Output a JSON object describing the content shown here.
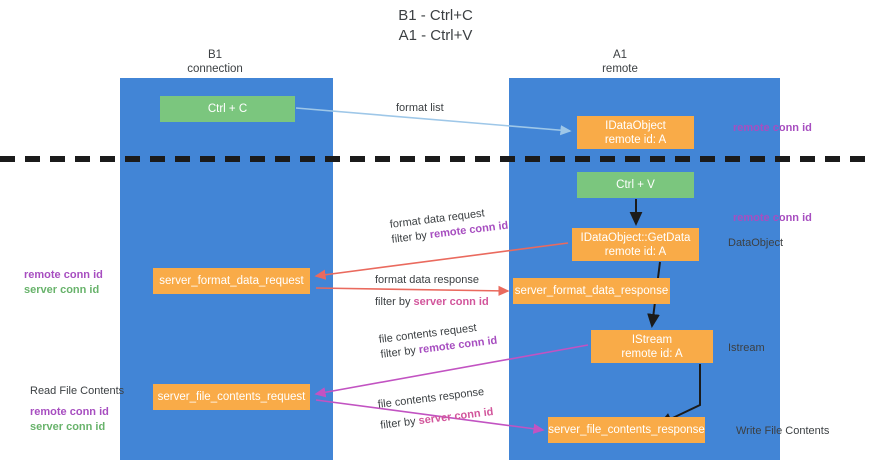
{
  "title": "B1 - Ctrl+C\nA1 - Ctrl+V",
  "lanes": [
    {
      "name": "b1",
      "header": "B1\nconnection",
      "color": "#4285d6"
    },
    {
      "name": "a1",
      "header": "A1\nremote",
      "color": "#4285d6"
    }
  ],
  "nodes": {
    "ctrl_c": "Ctrl + C",
    "idataobject": "IDataObject\nremote id: A",
    "ctrl_v": "Ctrl + V",
    "getdata": "IDataObject::GetData\nremote id: A",
    "server_format_data_request": "server_format_data_request",
    "server_format_data_response": "server_format_data_response",
    "istream": "IStream\nremote id: A",
    "server_file_contents_request": "server_file_contents_request",
    "server_file_contents_response": "server_file_contents_response"
  },
  "edges": {
    "format_list": "format list",
    "format_data_request": "format data request",
    "format_data_request_filter_prefix": "filter by ",
    "format_data_request_filter_key": "remote conn id",
    "format_data_response": "format data response",
    "format_data_response_filter_prefix": "filter by ",
    "format_data_response_filter_key": "server conn id",
    "file_contents_request": "file contents request",
    "file_contents_request_filter_prefix": "filter by ",
    "file_contents_request_filter_key": "remote conn id",
    "file_contents_response": "file contents response",
    "file_contents_response_filter_prefix": "filter by ",
    "file_contents_response_filter_key": "server conn id"
  },
  "annotations": {
    "remote_conn_id_top": "remote conn id",
    "remote_conn_id_mid": "remote conn id",
    "dataobject": "DataObject",
    "istream": "Istream",
    "write_file_contents": "Write File Contents",
    "read_file_contents": "Read File Contents",
    "left_remote_conn_id_1": "remote conn id",
    "left_server_conn_id_1": "server conn id",
    "left_remote_conn_id_2": "remote conn id",
    "left_server_conn_id_2": "server conn id"
  },
  "colors": {
    "lane": "#4285d6",
    "green_node": "#7bc67e",
    "orange_node": "#f9ab48",
    "purple_text": "#a74ec0",
    "green_text": "#68b36b",
    "magenta_text": "#d2559b",
    "red_arrow": "#ea6a5e",
    "blue_arrow": "#9ec7e8",
    "magenta_arrow": "#c253c2",
    "black_arrow": "#1b1b1b",
    "background": "#ffffff"
  }
}
